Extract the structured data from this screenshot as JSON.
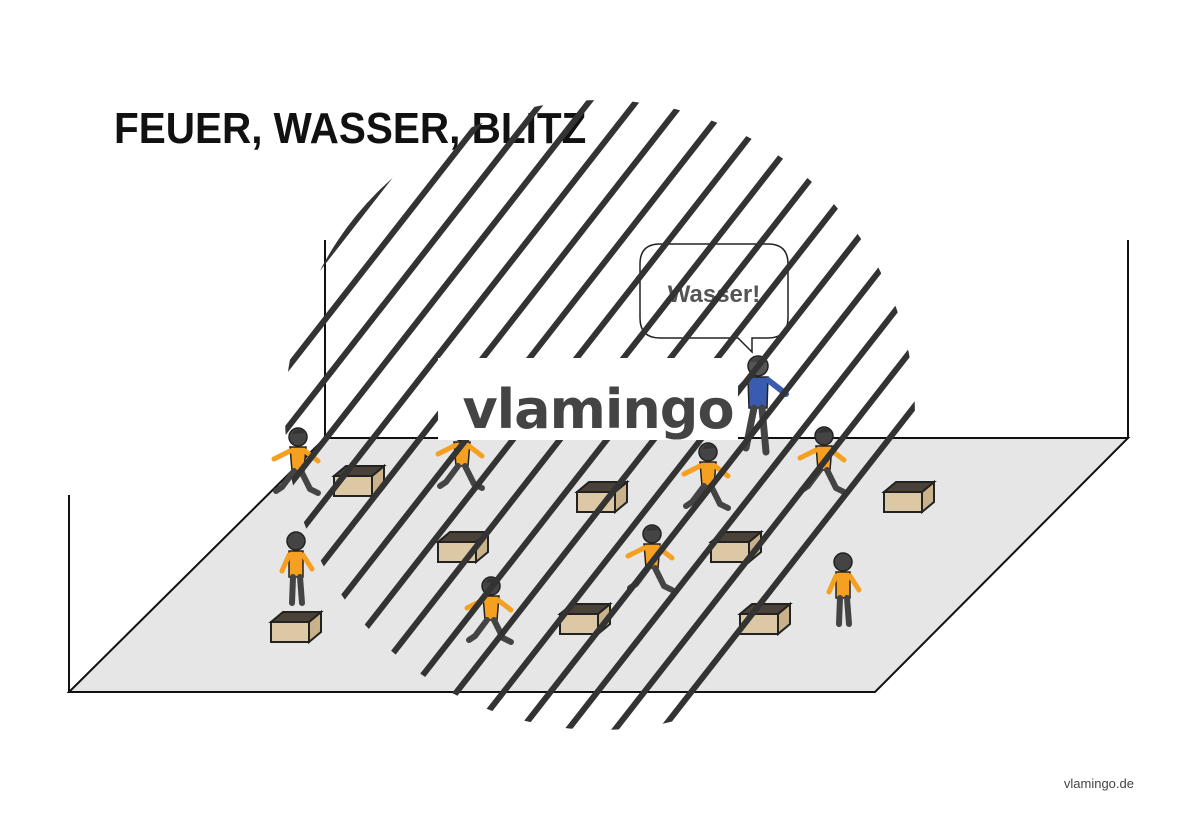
{
  "title": "FEUER, WASSER, BLITZ",
  "speech_bubble": "Wasser!",
  "watermark": "vlamingo",
  "footer": "vlamingo.de",
  "colors": {
    "floor": "#e6e6e6",
    "players_shirt": "#f5a020",
    "caller_shirt": "#3a5cb0",
    "box_lid": "#4a4238",
    "box_body": "#dcc8a4"
  },
  "icons": [
    "running-child-icon",
    "caller-figure-icon",
    "vaulting-box-icon"
  ]
}
